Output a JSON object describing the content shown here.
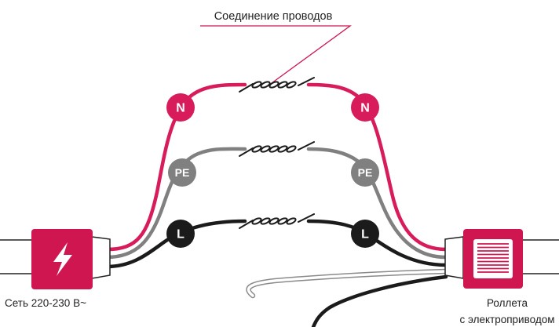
{
  "title": "Соединение проводов",
  "source": {
    "label": "Сеть 220-230 В~",
    "icon": "lightning-icon"
  },
  "device": {
    "label_line1": "Роллета",
    "label_line2": "с электроприводом",
    "icon": "roller-shutter-icon"
  },
  "wires": [
    {
      "label": "N",
      "color": "#d81b5b"
    },
    {
      "label": "PE",
      "color": "#808080"
    },
    {
      "label": "L",
      "color": "#1b1b1b"
    }
  ],
  "colors": {
    "accent": "#cf1650",
    "text": "#222222",
    "twist": "#1b1b1b",
    "loose_outline": "#8a8a8a",
    "icon": "#ffffff"
  }
}
